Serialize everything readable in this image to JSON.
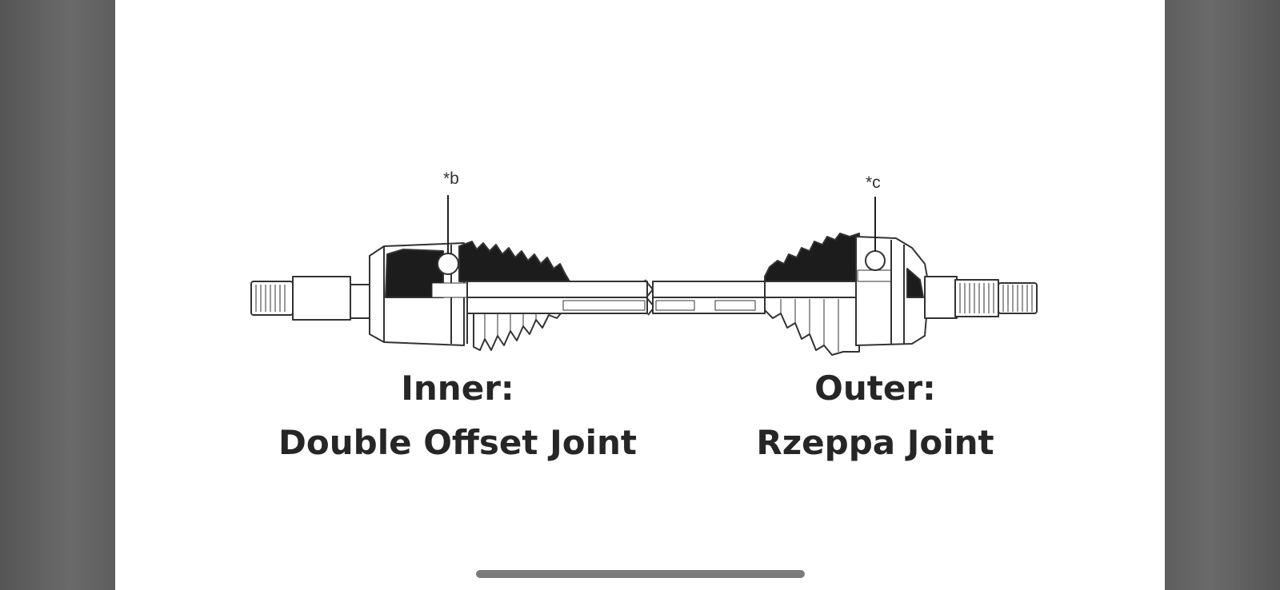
{
  "callouts": {
    "b": "*b",
    "c": "*c"
  },
  "captions": {
    "inner": {
      "title": "Inner:",
      "subtitle": "Double Offset Joint"
    },
    "outer": {
      "title": "Outer:",
      "subtitle": "Rzeppa Joint"
    }
  },
  "colors": {
    "page": "#ffffff",
    "sides": "#5f5f5f",
    "ink": "#262626",
    "fill_dark": "#1c1c1c",
    "indicator": "#7a7a7a"
  }
}
